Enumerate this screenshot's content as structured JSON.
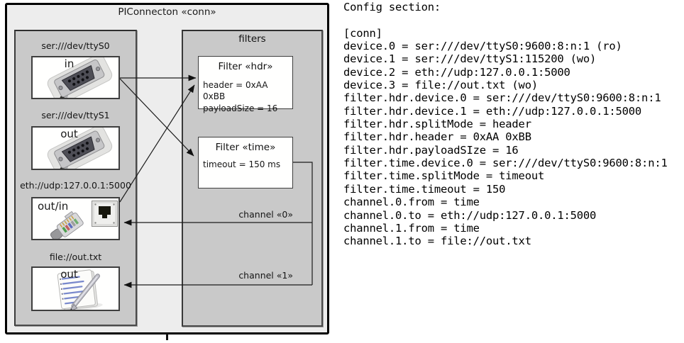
{
  "diagram": {
    "title": "PIConnecton «conn»",
    "filters_title": "filters",
    "devices": [
      {
        "label": "ser:///dev/ttyS0",
        "mode": "in",
        "icon": "serial-connector-icon"
      },
      {
        "label": "ser:///dev/ttyS1",
        "mode": "out",
        "icon": "serial-connector-icon"
      },
      {
        "label": "eth://udp:127.0.0.1:5000",
        "mode": "out/in",
        "icon": "ethernet-connector-icon"
      },
      {
        "label": "file://out.txt",
        "mode": "out",
        "icon": "notepad-icon"
      }
    ],
    "filters": [
      {
        "title": "Filter «hdr»",
        "properties": [
          "header = 0xAA 0xBB",
          "payloadSize = 16"
        ]
      },
      {
        "title": "Filter «time»",
        "properties": [
          "timeout = 150 ms"
        ]
      }
    ],
    "channels": [
      {
        "label": "channel «0»"
      },
      {
        "label": "channel «1»"
      }
    ]
  },
  "config": {
    "lines": [
      "Config section:",
      "",
      "[conn]",
      "device.0 = ser:///dev/ttyS0:9600:8:n:1 (ro)",
      "device.1 = ser:///dev/ttyS1:115200 (wo)",
      "device.2 = eth://udp:127.0.0.1:5000",
      "device.3 = file://out.txt (wo)",
      "filter.hdr.device.0 = ser:///dev/ttyS0:9600:8:n:1",
      "filter.hdr.device.1 = eth://udp:127.0.0.1:5000",
      "filter.hdr.splitMode = header",
      "filter.hdr.header = 0xAA 0xBB",
      "filter.hdr.payloadSIze = 16",
      "filter.time.device.0 = ser:///dev/ttyS0:9600:8:n:1",
      "filter.time.splitMode = timeout",
      "filter.time.timeout = 150",
      "channel.0.from = time",
      "channel.0.to = eth://udp:127.0.0.1:5000",
      "channel.1.from = time",
      "channel.1.to = file://out.txt"
    ]
  },
  "colors": {
    "outer_fill": "#ededed",
    "group_fill": "#c9c9c9",
    "line_color": "#1c1c1c",
    "border_color": "#000000"
  }
}
